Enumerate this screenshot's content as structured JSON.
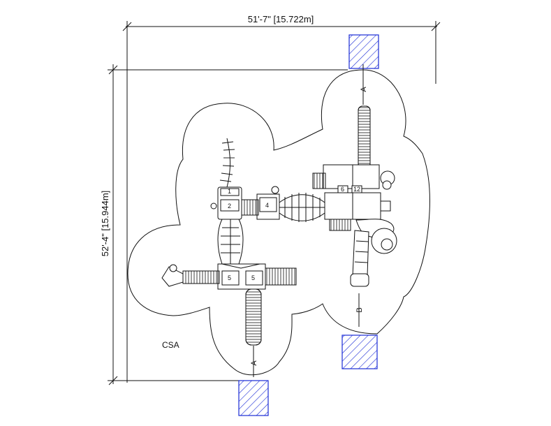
{
  "dimensions": {
    "width_label": "51'-7\" [15.722m]",
    "height_label": "52'-4\" [15.944m]"
  },
  "labels": {
    "csa": "CSA",
    "entry_a_top": "A",
    "entry_b": "B",
    "entry_a_bottom": "A"
  },
  "deck_numbers": {
    "n1": "1",
    "n2": "2",
    "n4": "4",
    "n5a": "5",
    "n5b": "5",
    "n6": "6",
    "n12": "12"
  },
  "colors": {
    "hatch": "#1a2bd6",
    "line": "#111111"
  }
}
